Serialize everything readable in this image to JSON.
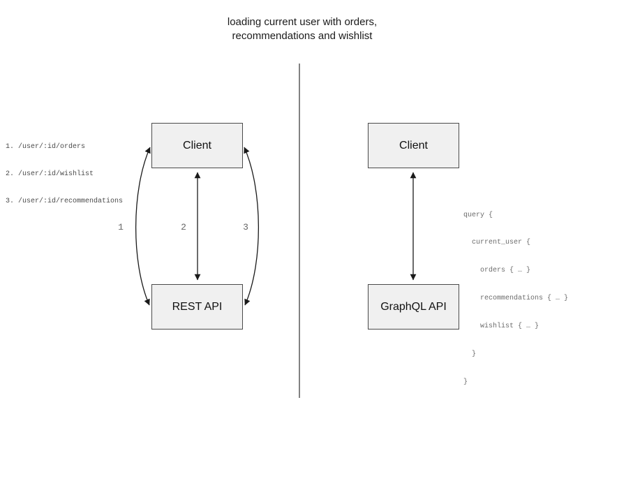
{
  "title": {
    "line1": "loading current user with orders,",
    "line2": "recommendations and wishlist"
  },
  "rest_side": {
    "client_label": "Client",
    "api_label": "REST API",
    "arrow_labels": [
      "1",
      "2",
      "3"
    ],
    "endpoints": [
      "1. /user/:id/orders",
      "2. /user/:id/wishlist",
      "3. /user/:id/recommendations"
    ]
  },
  "graphql_side": {
    "client_label": "Client",
    "api_label": "GraphQL API",
    "query_lines": [
      "query {",
      "  current_user {",
      "    orders { … }",
      "    recommendations { … }",
      "    wishlist { … }",
      "  }",
      "}"
    ]
  },
  "colors": {
    "box_fill": "#f0f0f0",
    "box_border": "#4a4a4a",
    "arrow_stroke": "#1a1a1a",
    "divider": "#4d4d4d",
    "muted_text": "#666666",
    "code_text": "#6b6b6b"
  }
}
